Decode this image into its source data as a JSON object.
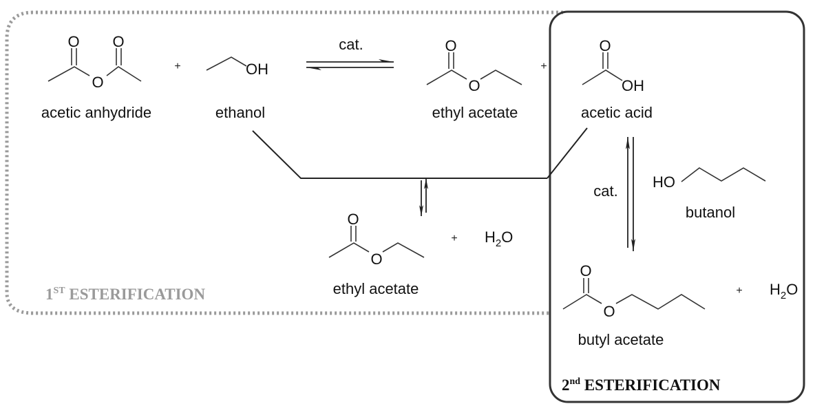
{
  "compounds": {
    "acetic_anhydride": "acetic anhydride",
    "ethanol": "ethanol",
    "ethyl_acetate_top": "ethyl acetate",
    "acetic_acid": "acetic acid",
    "ethyl_acetate_bottom": "ethyl acetate",
    "butanol": "butanol",
    "butyl_acetate": "butyl acetate"
  },
  "atoms": {
    "O": "O",
    "OH": "OH",
    "HO": "HO",
    "H2O_main": "H",
    "H2O_sub": "2",
    "H2O_tail": "O"
  },
  "operators": {
    "plus": "+"
  },
  "catalyst": {
    "top": "cat.",
    "side": "cat."
  },
  "stages": {
    "first": {
      "number": "1",
      "suffix": "ST",
      "name": " ESTERIFICATION"
    },
    "second": {
      "number": "2",
      "suffix": "nd",
      "name": " ESTERIFICATION"
    }
  }
}
